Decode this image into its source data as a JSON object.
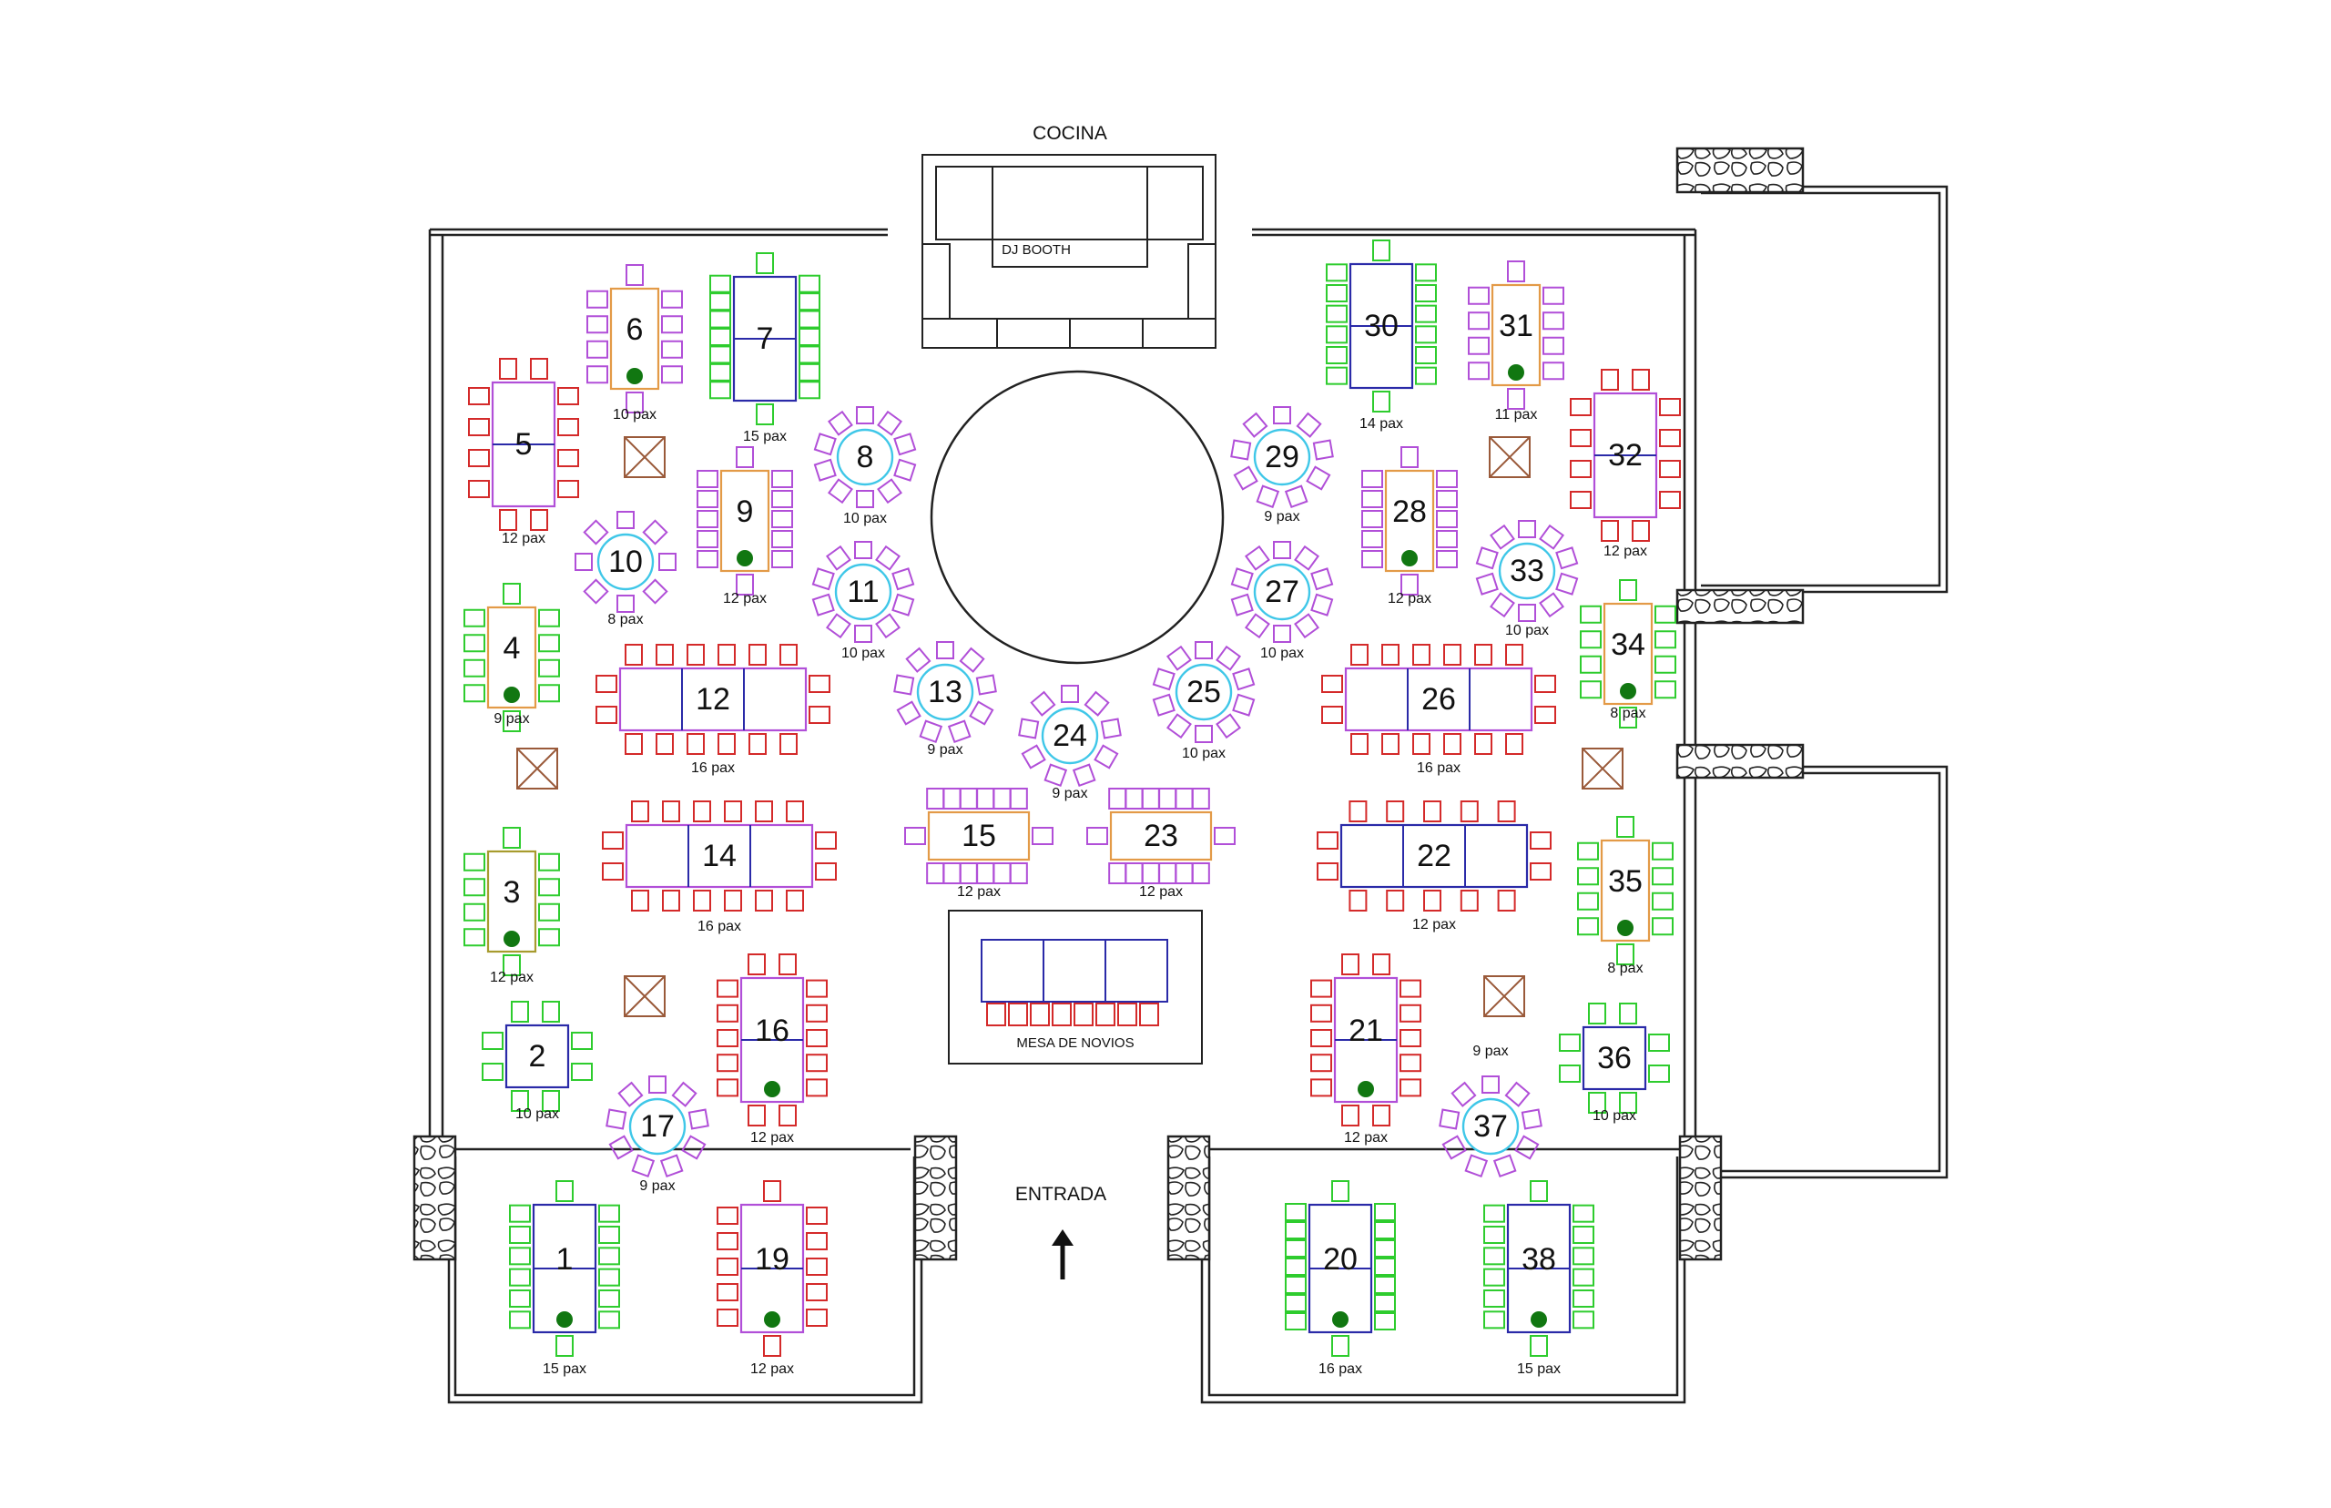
{
  "labels": {
    "kitchen": "COCINA",
    "dj_booth": "DJ BOOTH",
    "entrance": "ENTRADA",
    "head_table": "MESA DE NOVIOS"
  },
  "colors": {
    "red": "#d42a2a",
    "green": "#2ecc2e",
    "purple": "#b14fd8",
    "cyan": "#3fc7e8",
    "navy": "#2a2aa8",
    "orange": "#e39a47",
    "olive": "#a79b2e",
    "dot": "#117711",
    "brown": "#9a5a3a",
    "wall": "#222222"
  },
  "tables": [
    {
      "number": "1",
      "capacity": "15 pax",
      "shape": "rect",
      "chair_color": "green",
      "dot": true
    },
    {
      "number": "2",
      "capacity": "10 pax",
      "shape": "rect",
      "chair_color": "green",
      "dot": false
    },
    {
      "number": "3",
      "capacity": "12 pax",
      "shape": "rect",
      "chair_color": "green",
      "dot": true
    },
    {
      "number": "4",
      "capacity": "9 pax",
      "shape": "rect",
      "chair_color": "green",
      "dot": true
    },
    {
      "number": "5",
      "capacity": "12 pax",
      "shape": "rect",
      "chair_color": "red",
      "dot": false
    },
    {
      "number": "6",
      "capacity": "10 pax",
      "shape": "rect",
      "chair_color": "purple",
      "dot": true
    },
    {
      "number": "7",
      "capacity": "15 pax",
      "shape": "rect",
      "chair_color": "green",
      "dot": false
    },
    {
      "number": "8",
      "capacity": "10 pax",
      "shape": "round",
      "chair_color": "purple",
      "dot": false
    },
    {
      "number": "9",
      "capacity": "12 pax",
      "shape": "rect",
      "chair_color": "purple",
      "dot": true
    },
    {
      "number": "10",
      "capacity": "8 pax",
      "shape": "round",
      "chair_color": "purple",
      "dot": false
    },
    {
      "number": "11",
      "capacity": "10 pax",
      "shape": "round",
      "chair_color": "purple",
      "dot": false
    },
    {
      "number": "12",
      "capacity": "16 pax",
      "shape": "rect",
      "chair_color": "red",
      "dot": false
    },
    {
      "number": "13",
      "capacity": "9 pax",
      "shape": "round",
      "chair_color": "purple",
      "dot": false
    },
    {
      "number": "14",
      "capacity": "16 pax",
      "shape": "rect",
      "chair_color": "red",
      "dot": false
    },
    {
      "number": "15",
      "capacity": "12 pax",
      "shape": "rect",
      "chair_color": "purple",
      "dot": false
    },
    {
      "number": "16",
      "capacity": "12 pax",
      "shape": "rect",
      "chair_color": "red",
      "dot": true
    },
    {
      "number": "17",
      "capacity": "9 pax",
      "shape": "round",
      "chair_color": "purple",
      "dot": false
    },
    {
      "number": "19",
      "capacity": "12 pax",
      "shape": "rect",
      "chair_color": "red",
      "dot": true
    },
    {
      "number": "20",
      "capacity": "16 pax",
      "shape": "rect",
      "chair_color": "green",
      "dot": true
    },
    {
      "number": "21",
      "capacity": "12 pax",
      "shape": "rect",
      "chair_color": "red",
      "dot": true
    },
    {
      "number": "22",
      "capacity": "12 pax",
      "shape": "rect",
      "chair_color": "red",
      "dot": false
    },
    {
      "number": "23",
      "capacity": "12 pax",
      "shape": "rect",
      "chair_color": "purple",
      "dot": false
    },
    {
      "number": "24",
      "capacity": "9 pax",
      "shape": "round",
      "chair_color": "purple",
      "dot": false
    },
    {
      "number": "25",
      "capacity": "10 pax",
      "shape": "round",
      "chair_color": "purple",
      "dot": false
    },
    {
      "number": "26",
      "capacity": "16 pax",
      "shape": "rect",
      "chair_color": "red",
      "dot": false
    },
    {
      "number": "27",
      "capacity": "10 pax",
      "shape": "round",
      "chair_color": "purple",
      "dot": false
    },
    {
      "number": "28",
      "capacity": "12 pax",
      "shape": "rect",
      "chair_color": "purple",
      "dot": true
    },
    {
      "number": "29",
      "capacity": "9 pax",
      "shape": "round",
      "chair_color": "purple",
      "dot": false
    },
    {
      "number": "30",
      "capacity": "14 pax",
      "shape": "rect",
      "chair_color": "green",
      "dot": false
    },
    {
      "number": "31",
      "capacity": "11 pax",
      "shape": "rect",
      "chair_color": "purple",
      "dot": true
    },
    {
      "number": "32",
      "capacity": "12 pax",
      "shape": "rect",
      "chair_color": "red",
      "dot": false
    },
    {
      "number": "33",
      "capacity": "10 pax",
      "shape": "round",
      "chair_color": "purple",
      "dot": false
    },
    {
      "number": "34",
      "capacity": "8 pax",
      "shape": "rect",
      "chair_color": "green",
      "dot": true
    },
    {
      "number": "35",
      "capacity": "8 pax",
      "shape": "rect",
      "chair_color": "green",
      "dot": true
    },
    {
      "number": "36",
      "capacity": "10 pax",
      "shape": "rect",
      "chair_color": "green",
      "dot": false
    },
    {
      "number": "37",
      "capacity": "9 pax",
      "shape": "round",
      "chair_color": "purple",
      "dot": false
    },
    {
      "number": "38",
      "capacity": "15 pax",
      "shape": "rect",
      "chair_color": "green",
      "dot": true
    }
  ]
}
